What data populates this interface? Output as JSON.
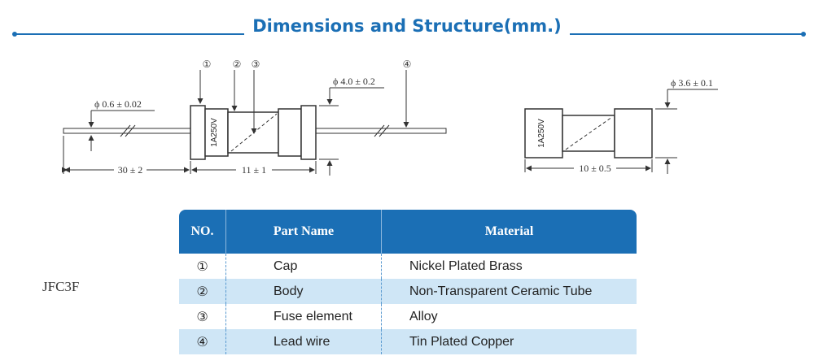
{
  "header": {
    "title": "Dimensions and Structure(mm.)"
  },
  "drawing": {
    "callouts": [
      "①",
      "②",
      "③",
      "④"
    ],
    "fuse1": {
      "lead_diameter": "ϕ 0.6 ± 0.02",
      "cap_diameter": "ϕ 4.0 ± 0.2",
      "lead_length": "30 ± 2",
      "body_length": "11 ± 1",
      "marking": "1A250V"
    },
    "fuse2": {
      "diameter": "ϕ 3.6 ± 0.1",
      "length": "10 ± 0.5",
      "marking": "1A250V"
    }
  },
  "model": "JFC3F",
  "table": {
    "headers": [
      "NO.",
      "Part Name",
      "Material"
    ],
    "rows": [
      {
        "no": "①",
        "part": "Cap",
        "material": "Nickel Plated Brass"
      },
      {
        "no": "②",
        "part": "Body",
        "material": "Non-Transparent Ceramic Tube"
      },
      {
        "no": "③",
        "part": "Fuse element",
        "material": "Alloy"
      },
      {
        "no": "④",
        "part": "Lead wire",
        "material": "Tin Plated Copper"
      }
    ]
  }
}
